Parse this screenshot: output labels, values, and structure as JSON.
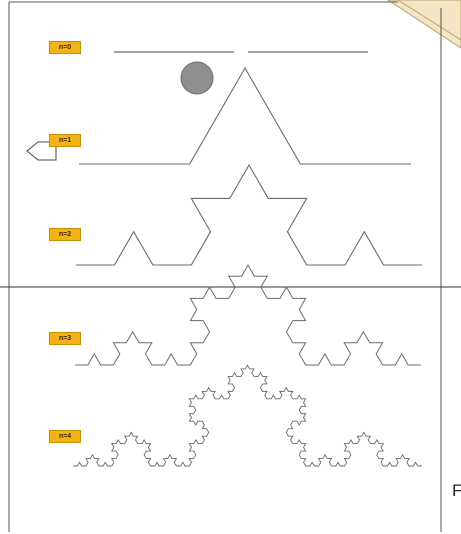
{
  "levels": [
    {
      "label": "n=0",
      "iterations": 0
    },
    {
      "label": "n=1",
      "iterations": 1
    },
    {
      "label": "n=2",
      "iterations": 2
    },
    {
      "label": "n=3",
      "iterations": 3
    },
    {
      "label": "n=4",
      "iterations": 4
    }
  ],
  "edge_text": "F",
  "colors": {
    "curve": "#6b6b6b",
    "frame": "#555555",
    "label_fill": "#f2b21a",
    "label_border": "#c98e00",
    "marker": "#8f8f8f",
    "corner": "#f3e6c4"
  }
}
